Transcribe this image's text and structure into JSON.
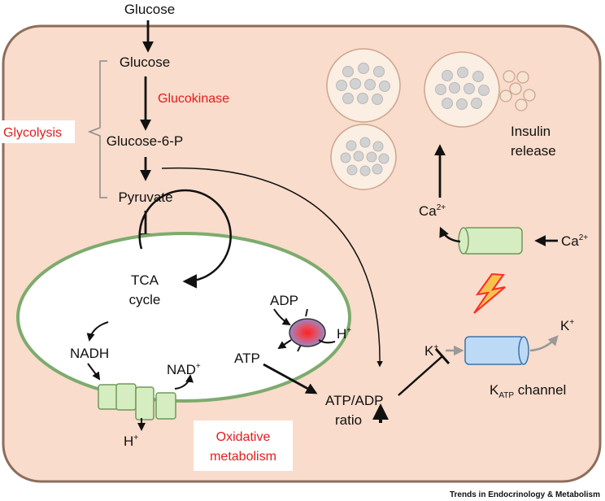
{
  "labels": {
    "glucose_outside": "Glucose",
    "glucose_inside": "Glucose",
    "glucokinase": "Glucokinase",
    "glycolysis": "Glycolysis",
    "glucose_6_p": "Glucose-6-P",
    "pyruvate": "Pyruvate",
    "tca_line1": "TCA",
    "tca_line2": "cycle",
    "nadh": "NADH",
    "nad": "NAD",
    "nad_sup": "+",
    "h_bottom": "H",
    "h_bottom_sup": "+",
    "adp": "ADP",
    "atp": "ATP",
    "h_right": "H",
    "h_right_sup": "+",
    "oxidative_line1": "Oxidative",
    "oxidative_line2": "metabolism",
    "atp_adp_line1": "ATP/ADP",
    "atp_adp_line2": "ratio",
    "ca_inside": "Ca",
    "ca_inside_sup": "2+",
    "ca_outside": "Ca",
    "ca_outside_sup": "2+",
    "insulin_line1": "Insulin",
    "insulin_line2": "release",
    "k_inside": "K",
    "k_inside_sup": "+",
    "k_outside": "K",
    "k_outside_sup": "+",
    "katp_main": "K",
    "katp_sub": "ATP",
    "katp_rest": " channel",
    "credit": "Trends in Endocrinology & Metabolism"
  },
  "colors": {
    "cell_fill": "#f9dccb",
    "cell_stroke": "#8d6d5b",
    "mito_stroke": "#7dab6e",
    "glycolysis_red": "#e21c1c",
    "ca_channel_fill": "#d6edc1",
    "katp_channel_fill": "#bcdaf5",
    "vesicle_fill": "#fbeee3",
    "granule_fill": "#d2d2d2"
  },
  "icons": [
    "lightning-icon",
    "atp-synthase-icon",
    "proton-pump-icon"
  ]
}
